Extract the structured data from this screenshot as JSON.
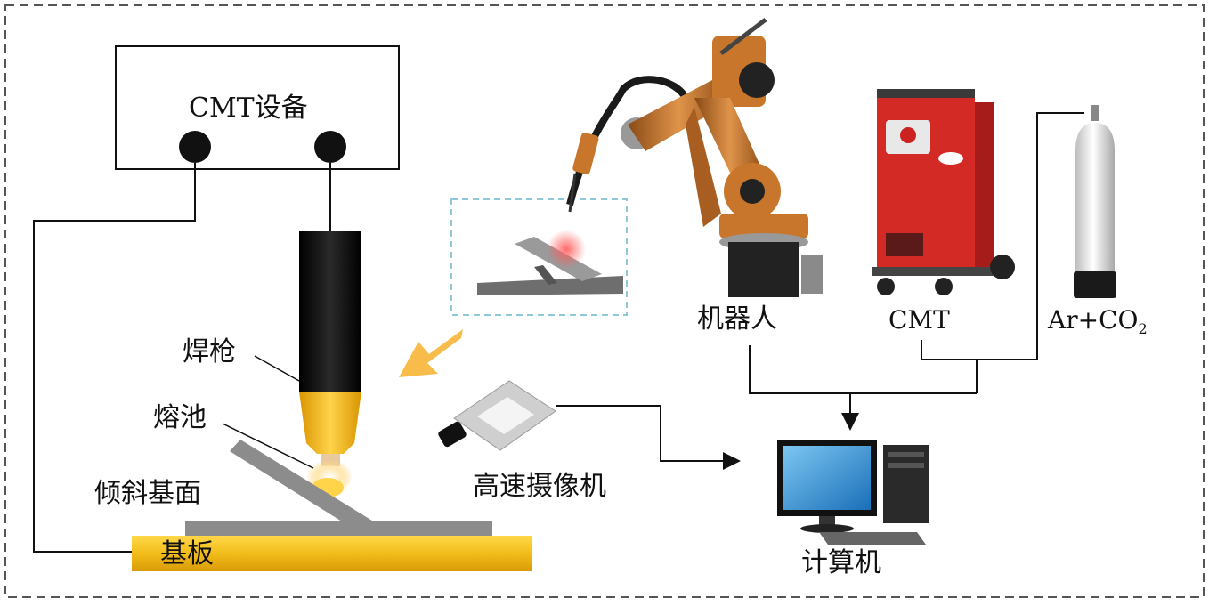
{
  "labels": {
    "cmt_equipment": "CMT设备",
    "torch": "焊枪",
    "molten_pool": "熔池",
    "inclined_base": "倾斜基面",
    "substrate": "基板",
    "robot": "机器人",
    "cmt": "CMT",
    "gas_main": "Ar+CO",
    "gas_sub": "2",
    "camera": "高速摄像机",
    "computer": "计算机"
  },
  "colors": {
    "frame": "#555555",
    "substrate": "#f2bd1a",
    "torch_body": "#111111",
    "torch_nozzle": "#f1b20f",
    "inclined_plate": "#8c8c8c",
    "robot_orange": "#c8762c",
    "cmt_red": "#d42a26",
    "gas_cylinder": "#e8e8e8",
    "arrow_orange": "#f6b02a",
    "dashed_box": "#8fc8d8",
    "monitor_blue": "#2b8fd6"
  },
  "icons": {
    "robot": "robot-arm-icon",
    "cmt_machine": "welding-machine-icon",
    "gas": "gas-cylinder-icon",
    "camera": "high-speed-camera-icon",
    "computer": "desktop-computer-icon"
  }
}
